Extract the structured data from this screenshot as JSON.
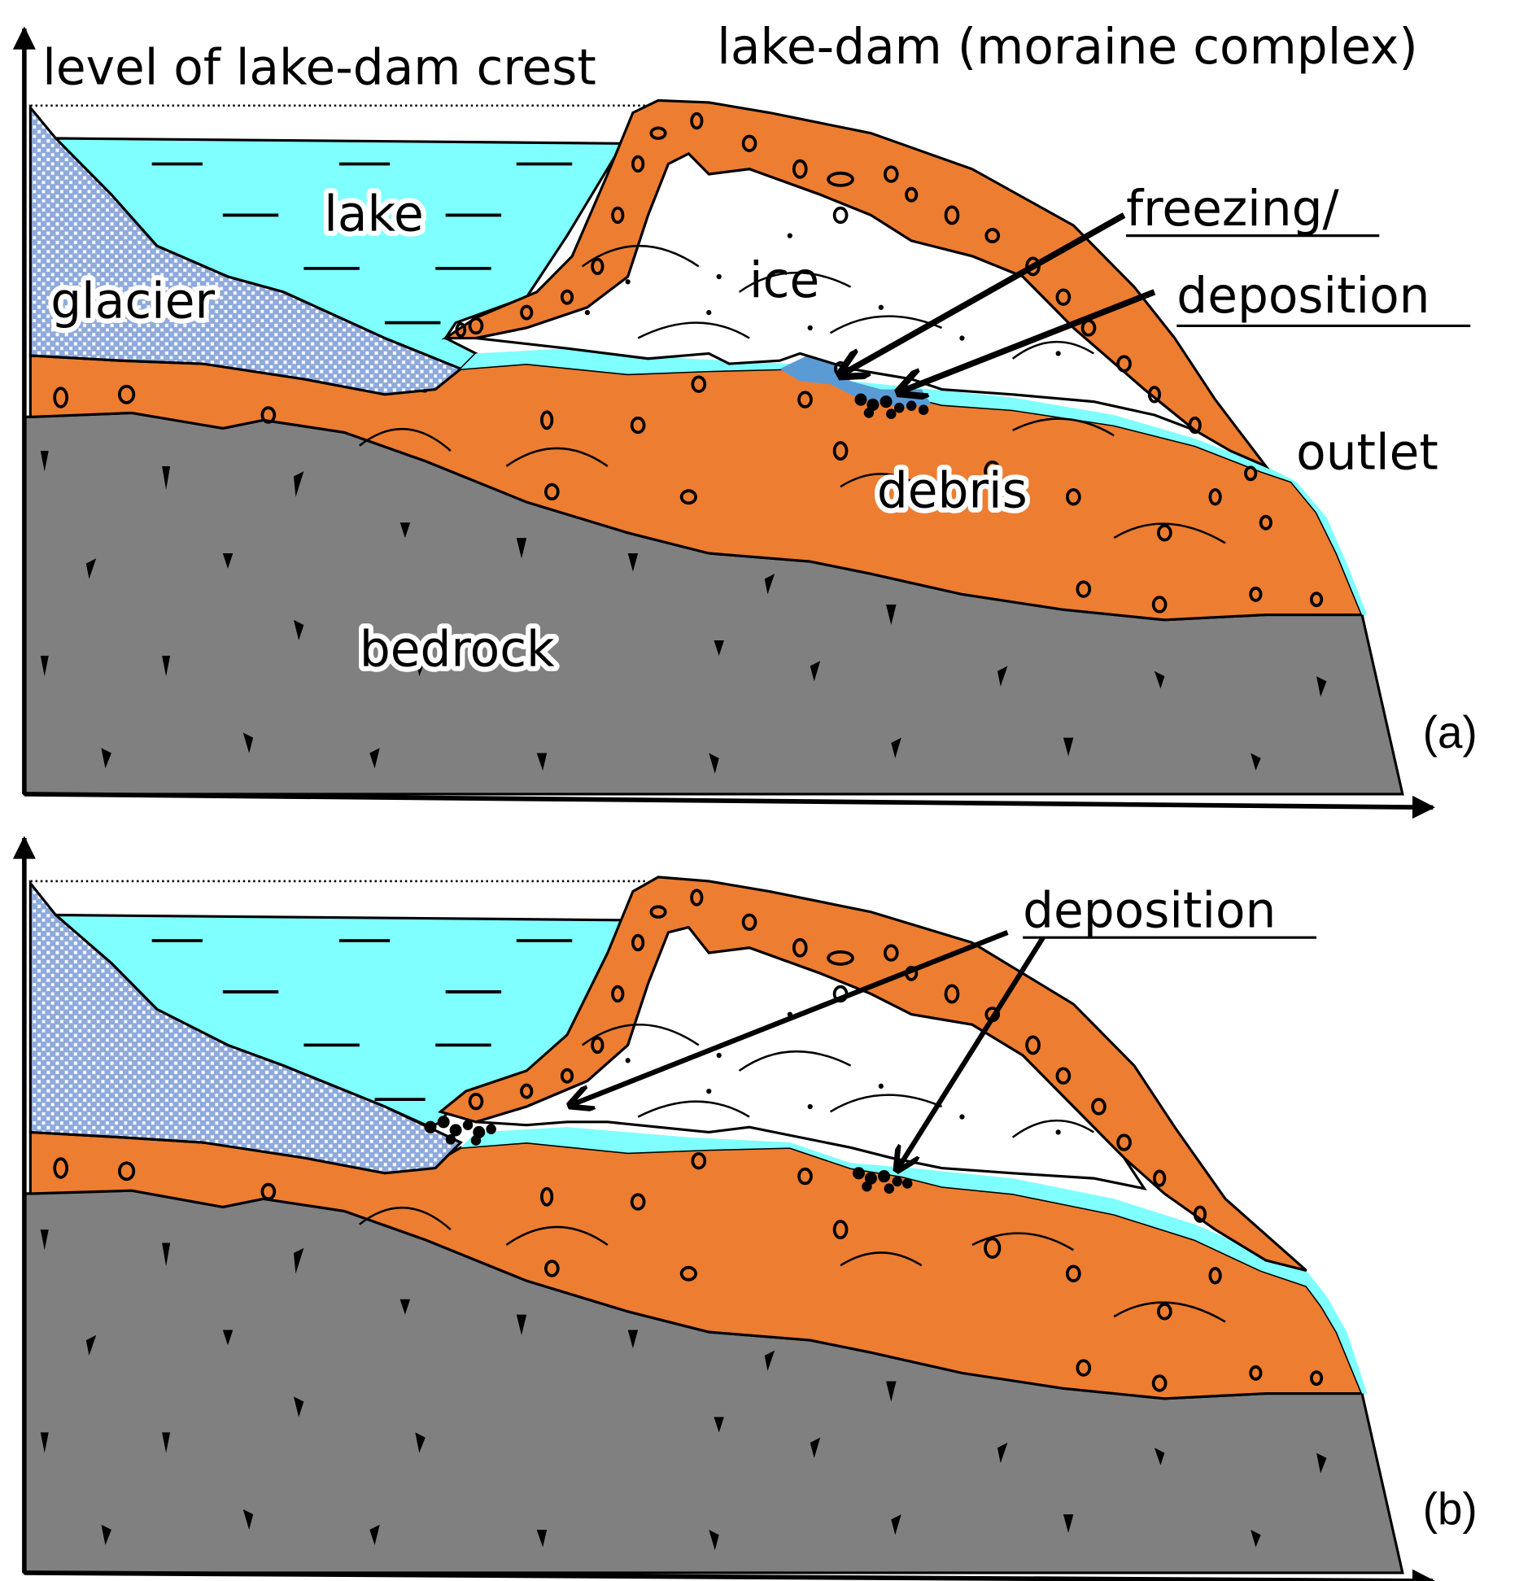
{
  "figure": {
    "type": "schematic cross-section",
    "colors": {
      "lake": "#7FFFFF",
      "debris": "#ED7D31",
      "bedrock": "#808080",
      "glacier": "#8FAADC",
      "ice": "#FFFFFF",
      "frozen_water": "#5B9BD5",
      "outline": "#000000"
    }
  },
  "panel_a": {
    "tag": "(a)",
    "labels": {
      "crest_level": "level of lake-dam crest",
      "dam": "lake-dam (moraine complex)",
      "lake": "lake",
      "glacier": "glacier",
      "ice": "ice",
      "debris": "debris",
      "bedrock": "bedrock",
      "outlet": "outlet",
      "process_line1": "freezing/",
      "process_line2": "deposition"
    }
  },
  "panel_b": {
    "tag": "(b)",
    "labels": {
      "process": "deposition"
    }
  }
}
